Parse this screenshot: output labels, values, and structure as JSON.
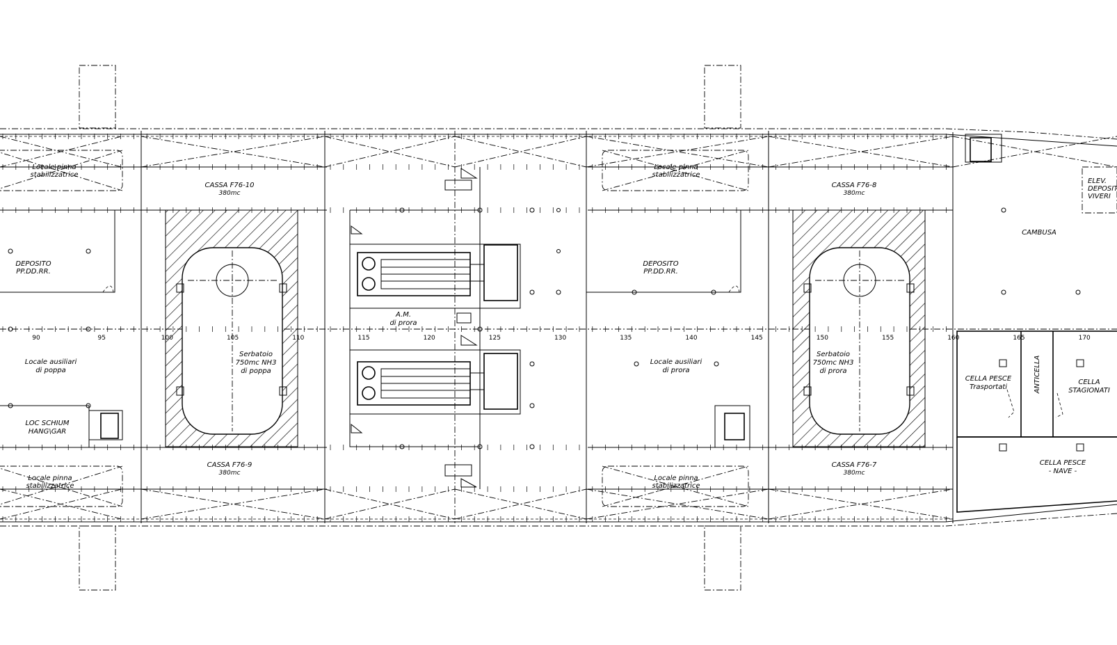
{
  "rooms": {
    "locale_pinna_1": [
      "Locale pinna",
      "stabilizzatrice"
    ],
    "cassa_10": [
      "CASSA F76-10",
      "380mc"
    ],
    "locale_pinna_2": [
      "Locale pinna",
      "stabilizzatrice"
    ],
    "cassa_8": [
      "CASSA F76-8",
      "380mc"
    ],
    "elev": [
      "ELEV.",
      "DEPOSITO",
      "VIVERI"
    ],
    "cambusa": "CAMBUSA",
    "deposito_1": [
      "DEPOSITO",
      "PP.DD.RR."
    ],
    "deposito_2": [
      "DEPOSITO",
      "PP.DD.RR."
    ],
    "am_prora": [
      "A.M.",
      "di prora"
    ],
    "locale_ausiliari_poppa": [
      "Locale ausiliari",
      "di poppa"
    ],
    "serbatoio_poppa": [
      "Serbatoio",
      "750mc NH3",
      "di poppa"
    ],
    "locale_ausiliari_prora": [
      "Locale ausiliari",
      "di prora"
    ],
    "serbatoio_prora": [
      "Serbatoio",
      "750mc NH3",
      "di prora"
    ],
    "cella_trasportati": [
      "CELLA PESCE",
      "Trasportati"
    ],
    "anticella": "ANTICELLA",
    "cella_stagionati": [
      "CELLA",
      "STAGIONATI"
    ],
    "loc_schium": [
      "LOC SCHIUM",
      "HANG\\GAR"
    ],
    "cassa_9": [
      "CASSA F76-9",
      "380mc"
    ],
    "cassa_7": [
      "CASSA F76-7",
      "380mc"
    ],
    "locale_pinna_3": [
      "Locale pinna",
      "stabilizzatrice"
    ],
    "locale_pinna_4": [
      "Locale pinna",
      "stabilizzatrice"
    ],
    "cella_nave": [
      "CELLA PESCE",
      "- NAVE -"
    ]
  },
  "frames": [
    "90",
    "95",
    "100",
    "105",
    "110",
    "115",
    "120",
    "125",
    "130",
    "135",
    "140",
    "145",
    "150",
    "155",
    "160",
    "165",
    "170"
  ]
}
